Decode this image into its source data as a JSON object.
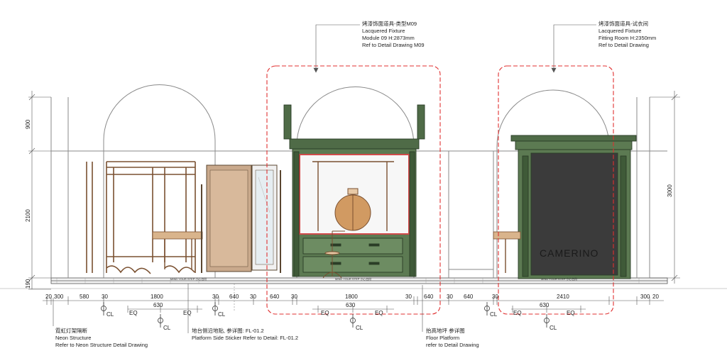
{
  "annotations": {
    "m09": {
      "line1": "烤漆饰面道具-类型M09",
      "line2": "Lacquered Fixture",
      "line3": "Module 09 H:2873mm",
      "line4": "Ref to Detail Drawing M09"
    },
    "fitting": {
      "line1": "烤漆饰面道具-试衣间",
      "line2": "Lacquered Fixture",
      "line3": "Fitting Room H:2350mm",
      "line4": "Ref to Detail Drawing"
    },
    "neon": {
      "line1": "霓虹灯架隔断",
      "line2": "Neon Structure",
      "line3": "Refer to Neon Structure Detail Drawing"
    },
    "sticker": {
      "line1": "地台侧沿地贴, 参详图: FL-01.2",
      "line2": "Platform Side Sticker Refer to Detail: FL-01.2"
    },
    "floor": {
      "line1": "抬高地坪 参详图",
      "line2": "Floor Platform",
      "line3": "refer to Detail Drawing"
    }
  },
  "vertical_dims": {
    "d900": "900",
    "d2100": "2100",
    "d190": "190",
    "d3000": "3000"
  },
  "horizontal_dims": {
    "d20": "20",
    "d300": "300",
    "d580": "580",
    "d30a": "30",
    "d1800a": "1800",
    "d30b": "30",
    "d640a": "640",
    "d30c": "30",
    "d640b": "640",
    "d30d": "30",
    "d1800b": "1800",
    "d30e": "30",
    "d640c": "640",
    "d30f": "30",
    "d640d": "640",
    "d30g": "30",
    "d2410": "2410",
    "d300b": "300",
    "d20b": "20"
  },
  "sub_dims": {
    "d630a": "630",
    "eq1": "EQ",
    "eq2": "EQ",
    "d630b": "630",
    "eq3": "EQ",
    "eq4": "EQ",
    "d630c": "630",
    "eq5": "EQ",
    "eq6": "EQ"
  },
  "centerline_symbol": "CL",
  "step_labels": {
    "a": "MIND YOUR STEP 小心台阶",
    "b": "MIND YOUR STEP 小心台阶",
    "c": "MIND YOUR STEP 小心台阶"
  },
  "brand_text": "CAMERINO",
  "colors": {
    "green": "#4f6b47",
    "green_dark": "#33472f",
    "wood": "#b07a4a",
    "wood_dark": "#7a5030",
    "red_dash": "#e03030",
    "panel_dark": "#3b3b3b",
    "orb": "#d19a62"
  }
}
